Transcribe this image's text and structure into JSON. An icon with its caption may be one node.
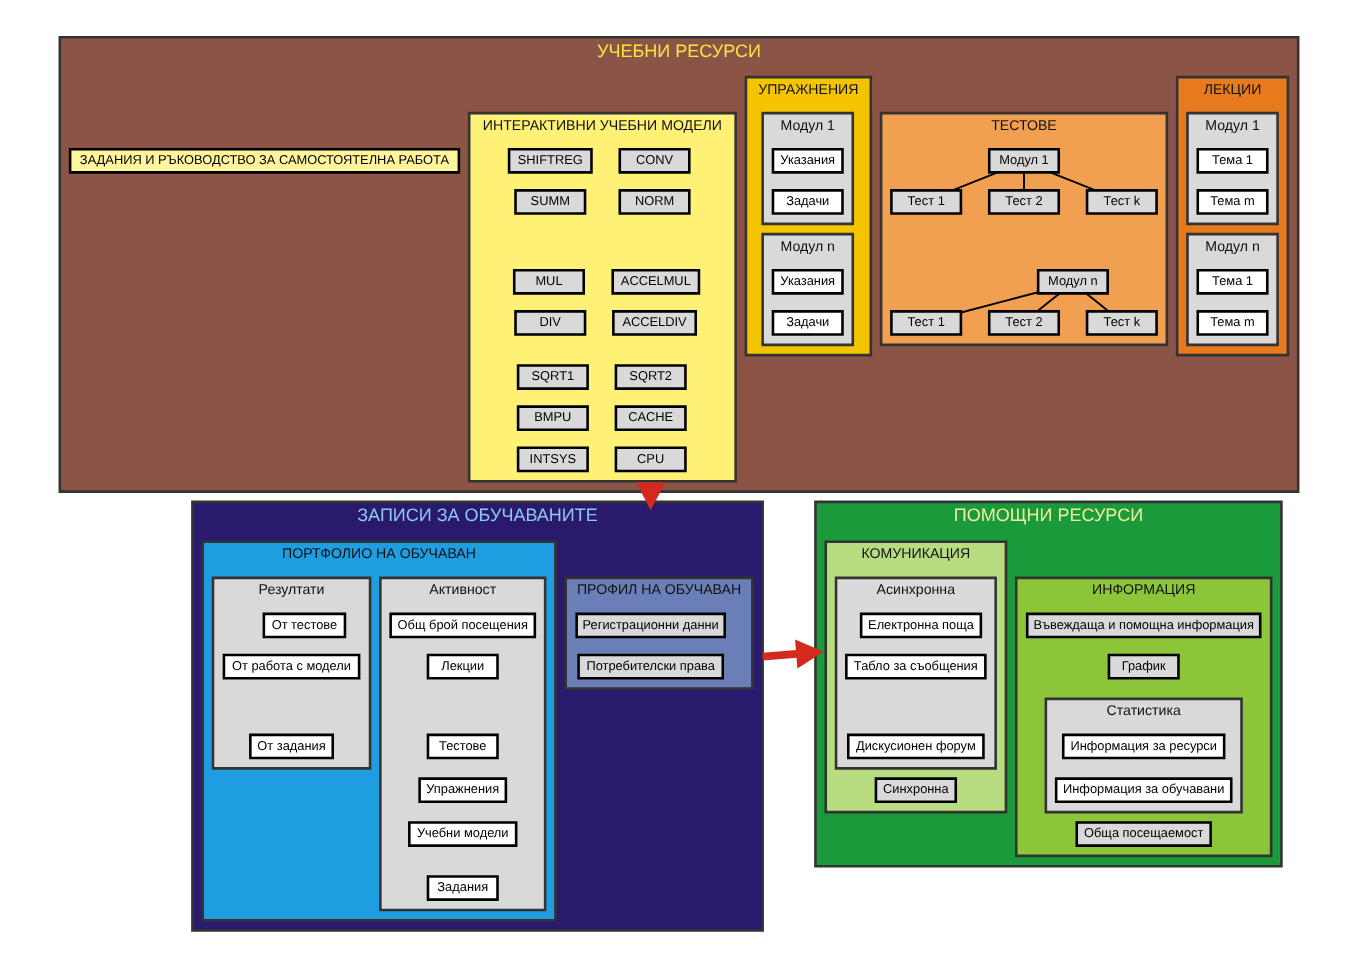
{
  "diagram": {
    "nodes": [
      {
        "text": [
          "УЧЕБНИ РЕСУРСИ"
        ]
      },
      {
        "text": [
          "ЛЕКЦИИ"
        ],
        "in": 0
      },
      {
        "text": [
          "Модул 1"
        ],
        "in": 1
      },
      {
        "text": [
          "Тема 1"
        ],
        "in": 2
      },
      {
        "text": [
          "Тема m"
        ],
        "in": 2
      },
      {
        "text": [
          "Модул n"
        ],
        "in": 1
      },
      {
        "text": [
          "Тема 1"
        ],
        "in": 5
      },
      {
        "text": [
          "Тема m"
        ],
        "in": 5
      },
      {
        "text": [
          "ТЕСТОВЕ"
        ],
        "in": 0
      },
      {
        "text": [
          "Модул 1"
        ],
        "in": 8
      },
      {
        "text": [
          "Тест 1"
        ],
        "in": 8
      },
      {
        "text": [
          "Тест 2"
        ],
        "in": 8
      },
      {
        "text": [
          "Тест k"
        ],
        "in": 8
      },
      {
        "text": [
          "Модул n"
        ],
        "in": 8
      },
      {
        "text": [
          "Тест 1"
        ],
        "in": 8
      },
      {
        "text": [
          "Тест 2"
        ],
        "in": 8
      },
      {
        "text": [
          "Тест k"
        ],
        "in": 8
      },
      {
        "text": [
          "УПРАЖНЕНИЯ"
        ],
        "in": 0
      },
      {
        "text": [
          "Модул 1"
        ],
        "in": 17
      },
      {
        "text": [
          "Указания"
        ],
        "in": 18
      },
      {
        "text": [
          "Задачи"
        ],
        "in": 18
      },
      {
        "text": [
          "Модул n"
        ],
        "in": 17
      },
      {
        "text": [
          "Указания"
        ],
        "in": 21
      },
      {
        "text": [
          "Задачи"
        ],
        "in": 21
      },
      {
        "text": [
          "ИНТЕРАКТИВНИ УЧЕБНИ МОДЕЛИ"
        ],
        "in": 0
      },
      {
        "text": [
          "SHIFTREG"
        ],
        "in": 24
      },
      {
        "text": [
          "CONV"
        ],
        "in": 24
      },
      {
        "text": [
          "SUMM"
        ],
        "in": 24
      },
      {
        "text": [
          "NORM"
        ],
        "in": 24
      },
      {
        "text": [
          "MUL"
        ],
        "in": 24
      },
      {
        "text": [
          "ACCELMUL"
        ],
        "in": 24
      },
      {
        "text": [
          "DIV"
        ],
        "in": 24
      },
      {
        "text": [
          "ACCELDIV"
        ],
        "in": 24
      },
      {
        "text": [
          "SQRT1"
        ],
        "in": 24
      },
      {
        "text": [
          "SQRT2"
        ],
        "in": 24
      },
      {
        "text": [
          "BMPU"
        ],
        "in": 24
      },
      {
        "text": [
          "CACHE"
        ],
        "in": 24
      },
      {
        "text": [
          "INTSYS"
        ],
        "in": 24
      },
      {
        "text": [
          "CPU"
        ],
        "in": 24
      },
      {
        "text": [
          "ЗАДАНИЯ И РЪКОВОДСТВО ЗА САМОСТОЯТЕЛНА РАБОТА"
        ],
        "in": 0
      },
      {
        "text": [
          "ЗАПИСИ ЗА ОБУЧАВАНИТЕ"
        ]
      },
      {
        "text": [
          "ПРОФИЛ НА ОБУЧАВАН"
        ],
        "in": 40
      },
      {
        "text": [
          "Регистрационни данни"
        ],
        "in": 41
      },
      {
        "text": [
          "Потребителски права"
        ],
        "in": 41
      },
      {
        "text": [
          "ПОРТФОЛИО НА ОБУЧАВАН"
        ],
        "in": 40
      },
      {
        "text": [
          "Активност"
        ],
        "in": 44
      },
      {
        "text": [
          "Общ брой посещения"
        ],
        "in": 45
      },
      {
        "text": [
          "Лекции"
        ],
        "in": 45
      },
      {
        "text": [
          "Тестове"
        ],
        "in": 45
      },
      {
        "text": [
          "Упражнения"
        ],
        "in": 45
      },
      {
        "text": [
          "Учебни модели"
        ],
        "in": 45
      },
      {
        "text": [
          "Задания"
        ],
        "in": 45
      },
      {
        "text": [
          "Резултати"
        ],
        "in": 44
      },
      {
        "text": [
          "От тестове"
        ],
        "in": 52
      },
      {
        "text": [
          "От работа с модели"
        ],
        "in": 52
      },
      {
        "text": [
          "От задания"
        ],
        "in": 52
      },
      {
        "text": [
          "ПОМОЩНИ РЕСУРСИ"
        ]
      },
      {
        "text": [
          "ИНФОРМАЦИЯ"
        ],
        "in": 56
      },
      {
        "text": [
          "Въвеждаща и помощна информация"
        ],
        "in": 57
      },
      {
        "text": [
          "График"
        ],
        "in": 57
      },
      {
        "text": [
          "Статистика"
        ],
        "in": 57
      },
      {
        "text": [
          "Информация за ресурси"
        ],
        "in": 60
      },
      {
        "text": [
          "Информация за обучавани"
        ],
        "in": 60
      },
      {
        "text": [
          "Обща посещаемост"
        ],
        "in": 57
      },
      {
        "text": [
          "КОМУНИКАЦИЯ"
        ],
        "in": 56
      },
      {
        "text": [
          "Асинхронна"
        ],
        "in": 64
      },
      {
        "text": [
          "Електронна поща"
        ],
        "in": 65
      },
      {
        "text": [
          "Табло за съобщения"
        ],
        "in": 65
      },
      {
        "text": [
          "Дискусионен форум"
        ],
        "in": 65
      },
      {
        "text": [
          "Синхронна"
        ],
        "in": 64
      }
    ],
    "edges": [
      {
        "from": 0,
        "to": 40,
        "arrow": "to",
        "style": "thick",
        "color": "#d42a1e"
      },
      {
        "from": 40,
        "to": 56,
        "arrow": "to",
        "style": "thick",
        "color": "#d42a1e"
      },
      {
        "from": 9,
        "to": 10,
        "arrow": "none"
      },
      {
        "from": 9,
        "to": 11,
        "arrow": "none"
      },
      {
        "from": 9,
        "to": 12,
        "arrow": "none"
      },
      {
        "from": 13,
        "to": 14,
        "arrow": "none"
      },
      {
        "from": 13,
        "to": 15,
        "arrow": "none"
      },
      {
        "from": 13,
        "to": 16,
        "arrow": "none"
      }
    ]
  }
}
